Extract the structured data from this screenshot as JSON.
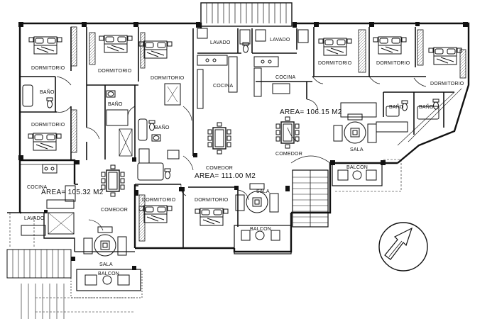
{
  "plan": {
    "units": [
      {
        "area_label": "AREA= 105.32 M2"
      },
      {
        "area_label": "AREA= 111.00 M2"
      },
      {
        "area_label": "AREA= 106.15 M2"
      }
    ],
    "rooms": [
      "DORMITORIO",
      "DORMITORIO",
      "DORMITORIO",
      "DORMITORIO",
      "BAÑO",
      "BAÑO",
      "BAÑO",
      "COCINA",
      "LAVADO",
      "COMEDOR",
      "SALA",
      "BALCON",
      "LAVADO",
      "COCINA",
      "COMEDOR",
      "DORMITORIO",
      "DORMITORIO",
      "SALA",
      "BALCON",
      "LAVADO",
      "COCINA",
      "DORMITORIO",
      "DORMITORIO",
      "DORMITORIO",
      "BAÑO",
      "BAÑO",
      "COMEDOR",
      "SALA",
      "BALCON"
    ]
  },
  "colors": {
    "line": "#111111",
    "hatch": "#555555",
    "background": "#ffffff"
  },
  "icons": [
    "north-arrow-icon"
  ]
}
